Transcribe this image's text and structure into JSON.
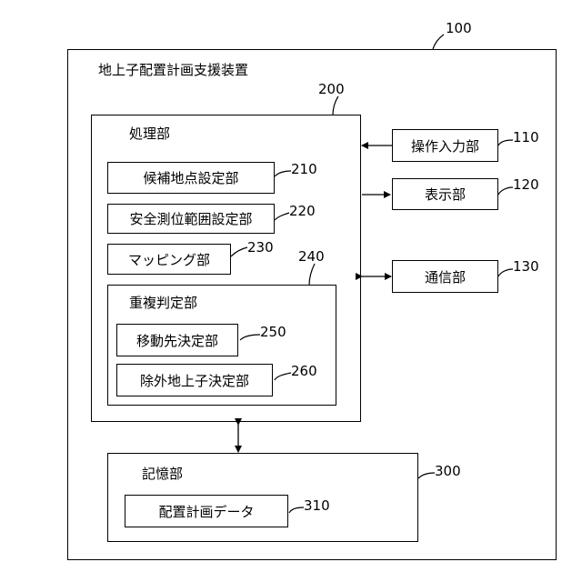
{
  "device": {
    "ref": "100",
    "title": "地上子配置計画支援装置"
  },
  "processing": {
    "ref": "200",
    "label": "処理部",
    "candidate": {
      "ref": "210",
      "label": "候補地点設定部"
    },
    "safety": {
      "ref": "220",
      "label": "安全測位範囲設定部"
    },
    "mapping": {
      "ref": "230",
      "label": "マッピング部"
    },
    "overlap": {
      "ref": "240",
      "label": "重複判定部",
      "destination": {
        "ref": "250",
        "label": "移動先決定部"
      },
      "excluded": {
        "ref": "260",
        "label": "除外地上子決定部"
      }
    }
  },
  "operation_input": {
    "ref": "110",
    "label": "操作入力部"
  },
  "display": {
    "ref": "120",
    "label": "表示部"
  },
  "communication": {
    "ref": "130",
    "label": "通信部"
  },
  "storage": {
    "ref": "300",
    "label": "記憶部",
    "plan_data": {
      "ref": "310",
      "label": "配置計画データ"
    }
  }
}
